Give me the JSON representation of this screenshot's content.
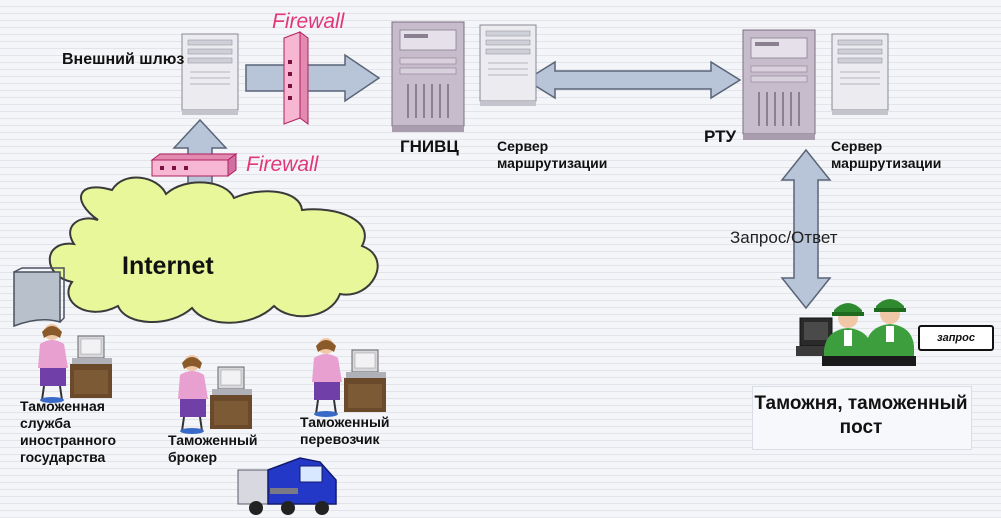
{
  "labels": {
    "gateway": "Внешний шлюз",
    "firewall_top": "Firewall",
    "firewall_mid": "Firewall",
    "gnivc": "ГНИВЦ",
    "routing_server_1": "Сервер маршрутизации",
    "rtu": "РТУ",
    "routing_server_2": "Сервер маршрутизации",
    "internet": "Internet",
    "request_response": "Запрос/Ответ",
    "request_card": "запрос",
    "customs_post": "Таможня, таможенный пост",
    "foreign_service": "Таможенная служба иностранного государства",
    "broker": "Таможенный брокер",
    "carrier": "Таможенный перевозчик"
  },
  "colors": {
    "firewall": "#e0387a",
    "cloud_fill": "#e8f79a",
    "arrow_fill": "#b8c5d8",
    "server_light": "#eceaf0",
    "server_purple": "#c7bccc",
    "truck_blue": "#2438c8",
    "officer_green": "#3c9e3c"
  },
  "icons": [
    "server-icon",
    "firewall-icon",
    "document-icon",
    "operator-icon",
    "truck-icon",
    "cloud-icon"
  ]
}
